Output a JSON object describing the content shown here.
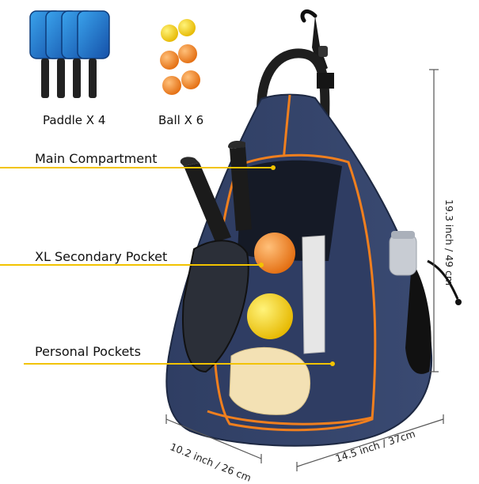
{
  "captions": {
    "paddle": "Paddle X 4",
    "ball": "Ball X 6"
  },
  "callouts": {
    "main": "Main Compartment",
    "secondary": "XL Secondary Pocket",
    "personal": "Personal Pockets"
  },
  "dimensions": {
    "height": "19.3 inch / 49 cm",
    "depth": "10.2 inch / 26 cm",
    "width": "14.5 inch / 37cm"
  },
  "colors": {
    "bag": "#2b3a5e",
    "trim": "#f07f1e",
    "callout_line": "#f2c300",
    "ball": "#f3d21a",
    "ball_orange": "#f58e2c",
    "paddle": "#1f6fc4"
  }
}
